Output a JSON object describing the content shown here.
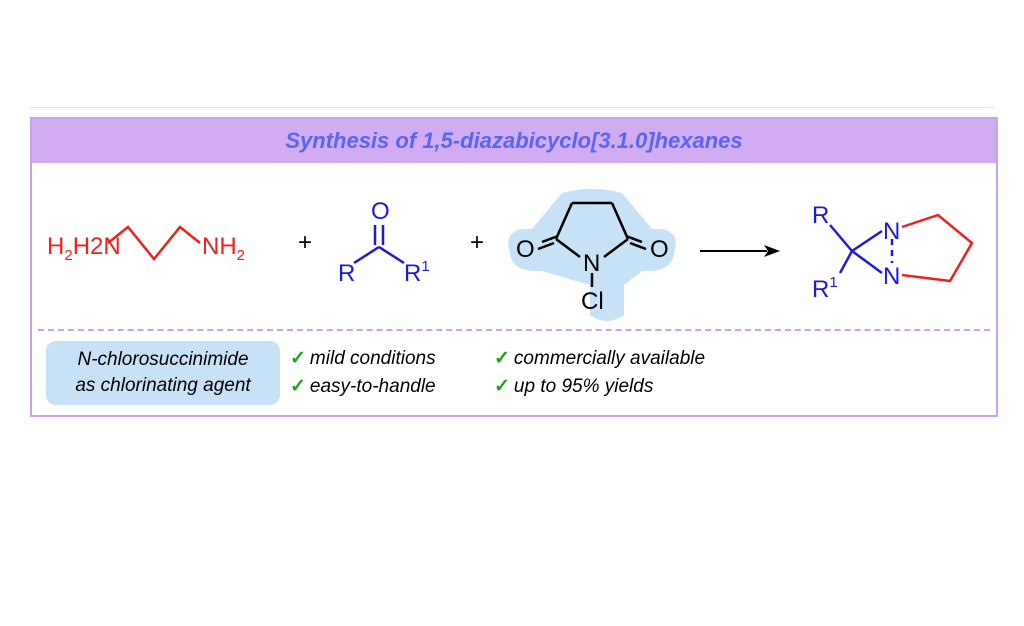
{
  "header": {
    "title": "Synthesis of 1,5-diazabicyclo[3.1.0]hexanes"
  },
  "scheme": {
    "diamine": {
      "left_label": "H2N",
      "right_label": "NH2"
    },
    "plus": "+",
    "ketone": {
      "oxygen": "O",
      "r": "R",
      "r1": "R",
      "r1_sup": "1"
    },
    "ncs": {
      "o_left": "O",
      "o_right": "O",
      "nitrogen": "N",
      "chlorine": "Cl"
    },
    "product": {
      "r": "R",
      "r1": "R",
      "r1_sup": "1",
      "n_top": "N",
      "n_bottom": "N"
    }
  },
  "reagent_note": {
    "line1": "N-chlorosuccinimide",
    "line2": "as chlorinating agent"
  },
  "features": [
    {
      "check": "✓",
      "text": "mild conditions"
    },
    {
      "check": "✓",
      "text": "easy-to-handle"
    },
    {
      "check": "✓",
      "text": "commercially available"
    },
    {
      "check": "✓",
      "text": "up to 95% yields"
    }
  ],
  "colors": {
    "banner": "#d2acf2",
    "title": "#5b66f0",
    "red": "#e8231f",
    "blue": "#1b1bd9",
    "check": "#1f9e1f",
    "highlight": "#c7e1f7"
  }
}
